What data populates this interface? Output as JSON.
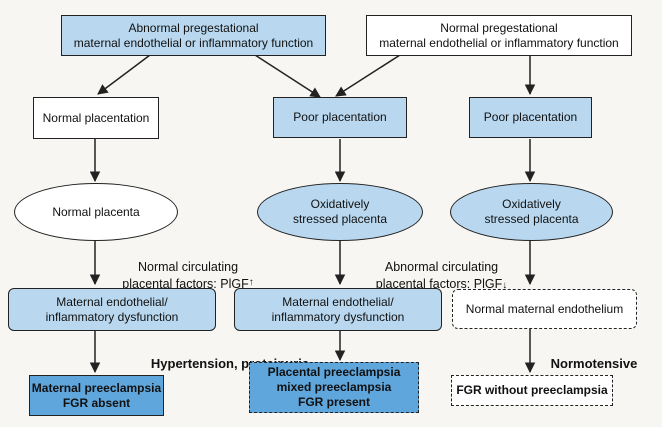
{
  "nodes": {
    "abnormal_function": "Abnormal pregestational\nmaternal endothelial or inflammatory function",
    "normal_function": "Normal pregestational\nmaternal endothelial or inflammatory function",
    "normal_placentation": "Normal placentation",
    "poor_placentation_mid": "Poor placentation",
    "poor_placentation_right": "Poor placentation",
    "normal_placenta": "Normal placenta",
    "stressed_placenta_mid": "Oxidatively\nstressed placenta",
    "stressed_placenta_right": "Oxidatively\nstressed placenta",
    "dysfunction_left": "Maternal endothelial/\ninflammatory dysfunction",
    "dysfunction_mid": "Maternal endothelial/\ninflammatory dysfunction",
    "normal_endothelium": "Normal maternal endothelium",
    "outcome_left": "Maternal preeclampsia\nFGR absent",
    "outcome_mid": "Placental preeclampsia\nmixed preeclampsia\nFGR present",
    "outcome_right": "FGR without preeclampsia"
  },
  "labels": {
    "normal_factors": "Normal circulating\nplacental factors: PlGF",
    "normal_factors_arrow": "↑",
    "abnormal_factors": "Abnormal circulating\nplacental factors: PlGF",
    "abnormal_factors_arrow": "↓",
    "hypertension": "Hypertension, proteinuria",
    "normotensive": "Normotensive"
  },
  "colors": {
    "box_fill": "#b9d8ef",
    "outcome_fill": "#5fa6dd",
    "line": "#222222"
  }
}
